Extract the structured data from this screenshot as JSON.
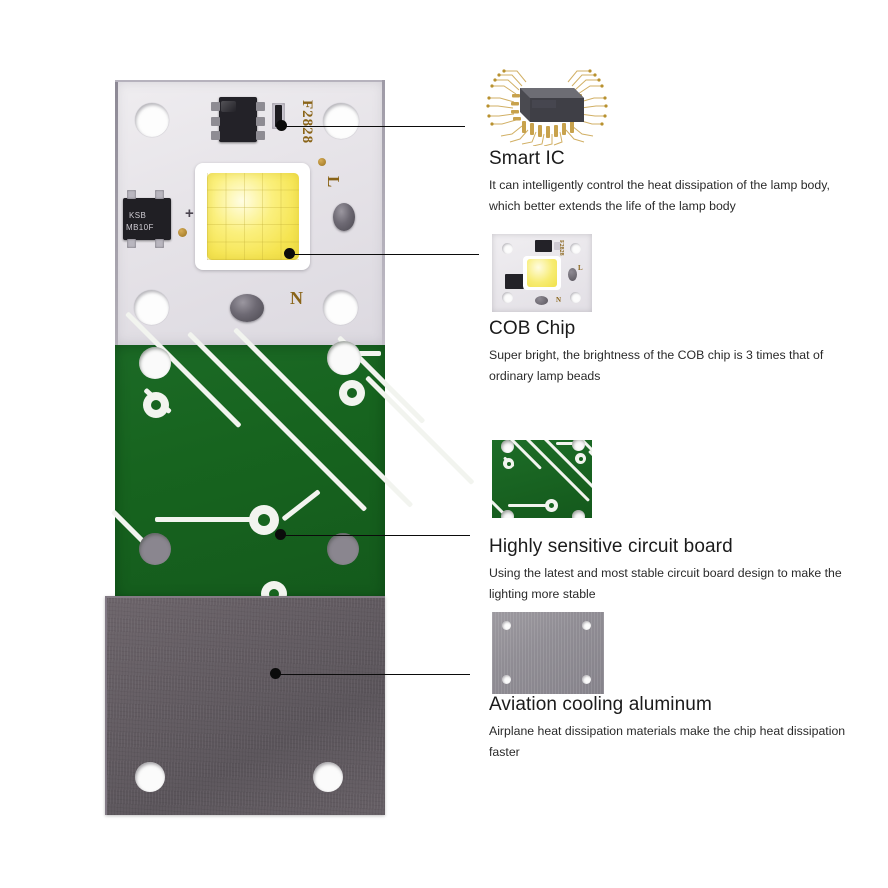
{
  "page": {
    "kind": "product-feature-infographic",
    "background_color": "#ffffff",
    "subject": "LED COB light source module"
  },
  "product_photo": {
    "name": "led-module-photo",
    "sections": [
      {
        "name": "white-pcb-module",
        "label": "White PCB with COB chip and driver IC"
      },
      {
        "name": "green-circuit-board",
        "label": "Green printed circuit board"
      },
      {
        "name": "aluminum-plate",
        "label": "Aviation cooling aluminum plate"
      }
    ],
    "silkscreen": {
      "part_code": "F2828",
      "terminal_live": "L",
      "terminal_neutral": "N",
      "polarity_plus": "+",
      "rectifier_mark_top": "KSB",
      "rectifier_mark_bottom": "MB10F"
    },
    "colors": {
      "white_pcb": "#e9e6eb",
      "green_pcb": "#17641f",
      "trace_white": "#f2f4ef",
      "phosphor_yellow": "#f5e451",
      "aluminum": "#625b61",
      "silkscreen_gold": "#8a6418"
    }
  },
  "callouts": [
    {
      "id": "smart-ic",
      "title": "Smart IC",
      "body": "It can intelligently control the heat dissipation of the lamp body, which better extends the life of the lamp body",
      "thumbnail": "qfp-chip-icon"
    },
    {
      "id": "cob-chip",
      "title": "COB Chip",
      "body": "Super bright, the brightness of the COB chip is 3 times that of ordinary lamp beads",
      "thumbnail": "cob-module-icon"
    },
    {
      "id": "circuit-board",
      "title": "Highly sensitive circuit board",
      "body": "Using the latest and most stable circuit board design to make the lighting more stable",
      "thumbnail": "green-pcb-icon"
    },
    {
      "id": "aviation-aluminum",
      "title": "Aviation cooling aluminum",
      "body": "Airplane heat dissipation materials make the chip heat dissipation faster",
      "thumbnail": "aluminum-plate-icon"
    }
  ],
  "leader_lines": {
    "color": "#0b0b0b",
    "count": 4
  }
}
